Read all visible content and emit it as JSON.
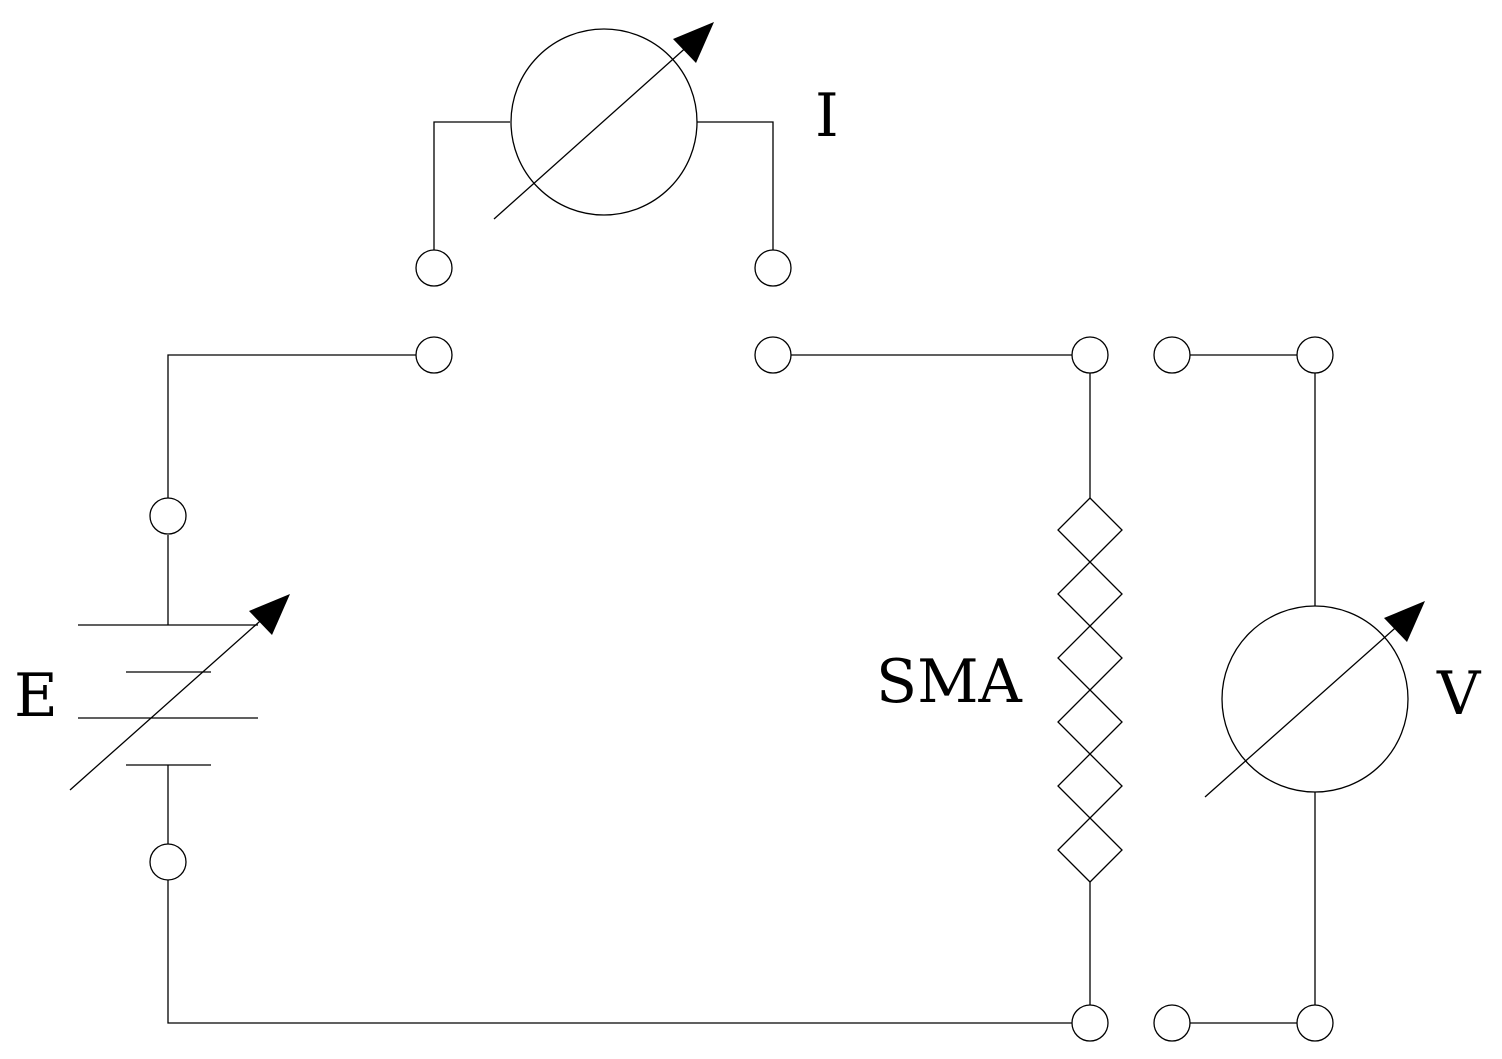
{
  "diagram": {
    "title": "",
    "labels": {
      "ammeter": "I",
      "source": "E",
      "sample": "SMA",
      "voltmeter": "V"
    }
  }
}
